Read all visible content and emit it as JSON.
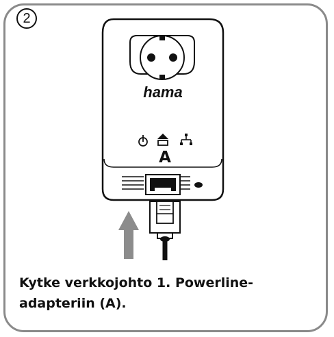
{
  "step": {
    "number": "2"
  },
  "device": {
    "brand": "hama",
    "port_label": "A",
    "icons": [
      "power-icon",
      "powerline-home-icon",
      "ethernet-network-icon"
    ]
  },
  "caption": {
    "line1": "Kytke verkkojohto 1. Powerline-",
    "line2": "adapteriin (A)."
  },
  "colors": {
    "frame": "#8a8a8a",
    "arrow": "#8c8c8c",
    "ink": "#111111"
  }
}
